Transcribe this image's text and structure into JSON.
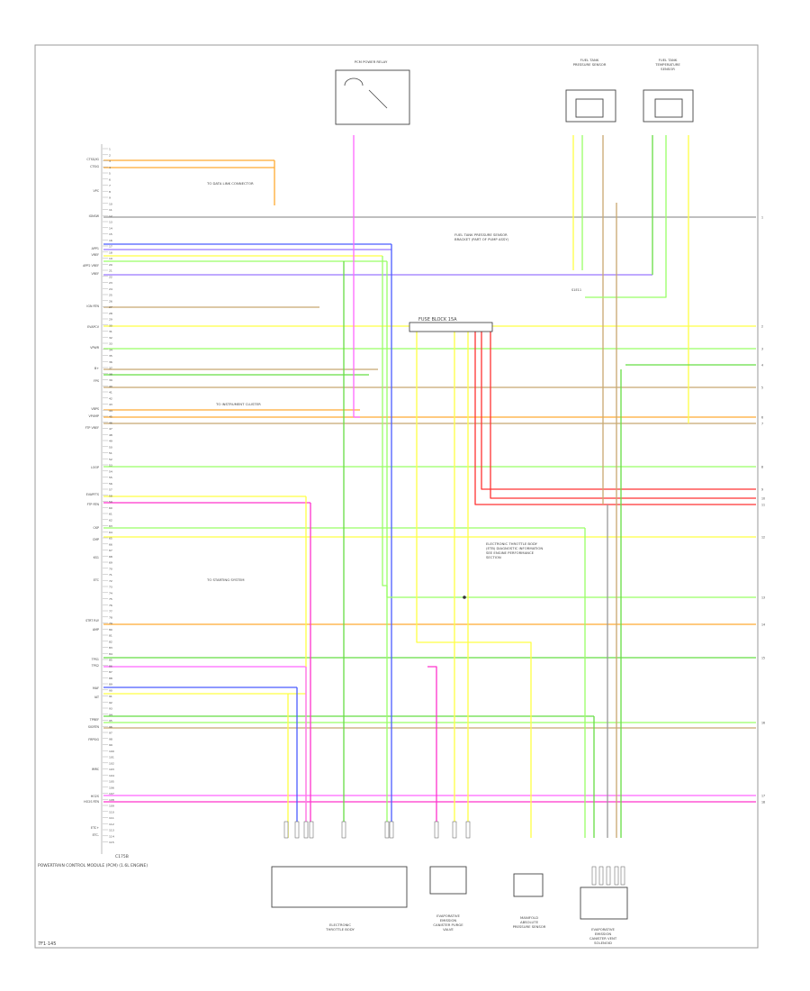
{
  "diagram": {
    "footer_id": "7F1·145",
    "ecm_label": "POWERTRAIN CONTROL MODULE (PCM) (1.6L ENGINE)",
    "connectors": {
      "ecm_bottom": "C175B",
      "fuse_block": "FUSE BLOCK 15A",
      "splice": "S1E11"
    },
    "components": [
      {
        "id": "relay",
        "label": "PCM POWER RELAY"
      },
      {
        "id": "fuel_tank_pressure",
        "label": "FUEL TANK PRESSURE SENSOR"
      },
      {
        "id": "fuel_tank_temp",
        "label": "FUEL TANK TEMPERATURE SENSOR"
      },
      {
        "id": "purge_valve",
        "label": "EVAPORATIVE EMISSION CANISTER PURGE VALVE"
      },
      {
        "id": "vent_solenoid",
        "label": "EVAPORATIVE EMISSION CANISTER VENT SOLENOID"
      },
      {
        "id": "map_sensor",
        "label": "MANIFOLD ABSOLUTE PRESSURE SENSOR"
      },
      {
        "id": "throttle_body",
        "label": "ELECTRONIC THROTTLE BODY"
      }
    ],
    "notes": [
      "FUEL TANK PRESSURE SENSOR BRACKET (PART OF PUMP ASSY)",
      "ELECTRONIC THROTTLE BODY (ETB) DIAGNOSTIC INFORMATION SEE ENGINE PERFORMANCE SECTION",
      "TO STARTING SYSTEM",
      "TO DATA LINK CONNECTOR",
      "TO INSTRUMENT CLUSTER"
    ],
    "wire_colors": {
      "pink": "#ff66ff",
      "magenta": "#ff33cc",
      "red": "#ff3333",
      "orange": "#ffaa33",
      "yellow": "#ffff44",
      "light_green": "#99ff66",
      "green": "#66dd44",
      "blue": "#4a5cff",
      "purple": "#9977ff",
      "gray": "#999999",
      "tan": "#c8a870"
    }
  }
}
